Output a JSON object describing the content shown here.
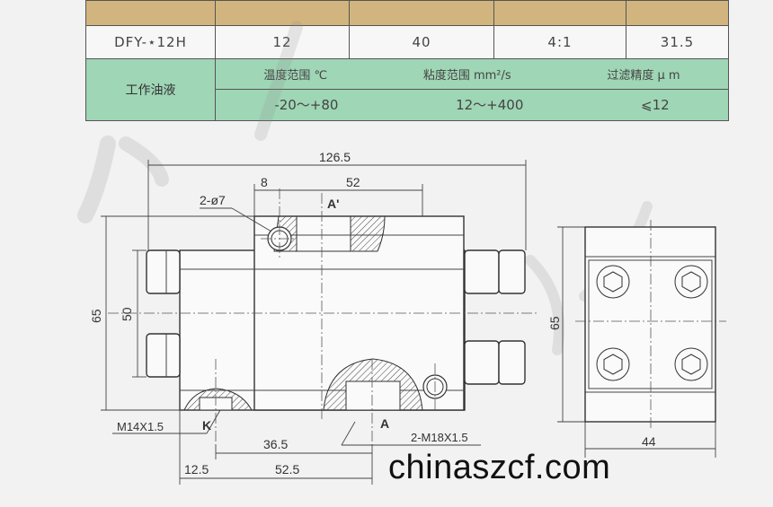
{
  "spec_table": {
    "row1": [
      "DFY-⋆12H",
      "12",
      "40",
      "4:1",
      "31.5"
    ],
    "fluid_label": "工作油液",
    "fluid_headers": [
      "温度范围 ℃",
      "粘度范围 mm²/s",
      "过滤精度 μ m"
    ],
    "fluid_values": [
      "-20～+80",
      "12～+400",
      "⩽12"
    ]
  },
  "drawing": {
    "dim_126_5": "126.5",
    "dim_8": "8",
    "dim_52_top": "52",
    "hole_label": "2-ø7",
    "port_a_prime": "A'",
    "dim_65_left": "65",
    "dim_50": "50",
    "thread_k": "M14X1.5",
    "port_k": "K",
    "port_a": "A",
    "thread_a": "2-M18X1.5",
    "dim_36_5": "36.5",
    "dim_12_5": "12.5",
    "dim_52_5": "52.5",
    "dim_65_side": "65",
    "dim_44": "44"
  },
  "watermark": "chinaszcf.com"
}
